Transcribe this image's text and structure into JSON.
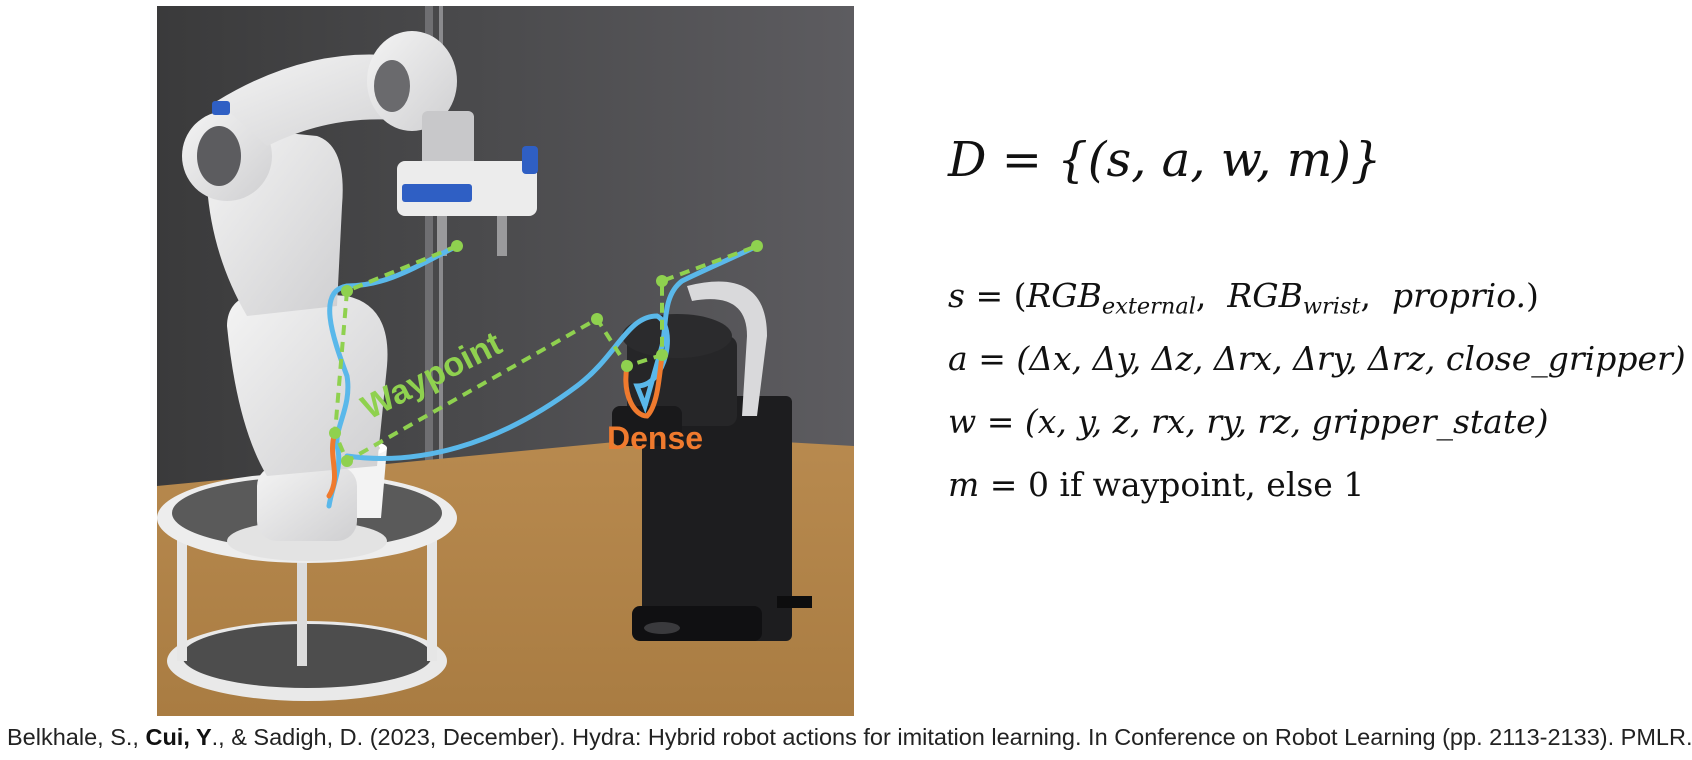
{
  "photo": {
    "labels": {
      "waypoint": "Waypoint",
      "dense": "Dense"
    },
    "colors": {
      "waypoint_path": "#8fd14f",
      "smooth_path": "#5ab8ea",
      "dense_path": "#ef7a2e",
      "dense_text": "#ef7a2e",
      "waypoint_text": "#8fd14f"
    }
  },
  "equations": {
    "main": {
      "lhs": "D",
      "rhs": "{(s, a, w, m)}"
    },
    "s": {
      "var": "s",
      "open": "(",
      "t1": "RGB",
      "t1sub": "external",
      "t2": "RGB",
      "t2sub": "wrist",
      "t3": "proprio.",
      "close": ")"
    },
    "a": {
      "var": "a",
      "rhs": "(Δx, Δy, Δz, Δrx, Δry, Δrz, close_gripper)"
    },
    "w": {
      "var": "w",
      "rhs": "(x, y, z, rx, ry, rz, gripper_state)"
    },
    "m": {
      "var": "m",
      "rhs": "0 if waypoint, else 1"
    }
  },
  "citation": {
    "before": "Belkhale, S., ",
    "bold": "Cui, Y",
    "after": "., & Sadigh, D. (2023, December). Hydra: Hybrid robot actions for imitation learning. In Conference on Robot Learning (pp. 2113-2133). PMLR."
  }
}
